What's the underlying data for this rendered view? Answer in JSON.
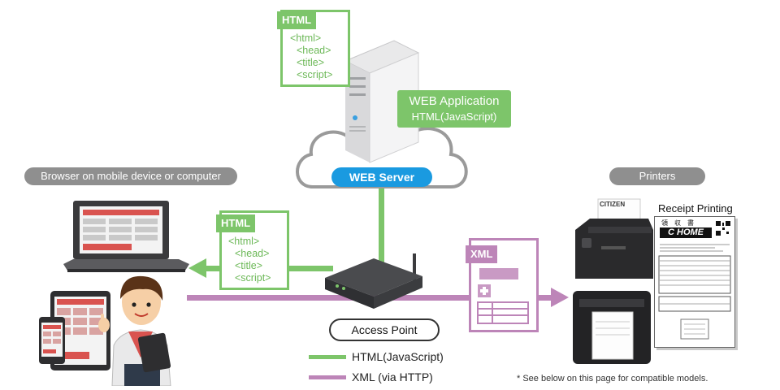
{
  "browser_label": "Browser on mobile device or computer",
  "printers_label": "Printers",
  "server": {
    "label": "WEB Server",
    "app_title": "WEB Application",
    "app_sub": "HTML(JavaScript)"
  },
  "html_doc_top": {
    "tag": "HTML",
    "lines": [
      "<html>",
      "<head>",
      "<title>",
      "<script>"
    ]
  },
  "html_doc_left": {
    "tag": "HTML",
    "lines": [
      "<html>",
      "<head>",
      "<title>",
      "<script>"
    ]
  },
  "xml_doc": {
    "tag": "XML"
  },
  "access_point_label": "Access Point",
  "legend": {
    "html": "HTML(JavaScript)",
    "xml": "XML (via HTTP)"
  },
  "receipt": {
    "title": "Receipt Printing",
    "header": "領　収　書",
    "brand": "C HOME"
  },
  "printer_brand": "CITIZEN",
  "note": "* See below on this page for compatible models.",
  "colors": {
    "green": "#7dc56a",
    "purple": "#bd85b8",
    "blue": "#1a9ae0",
    "gray": "#8f8f8f"
  }
}
